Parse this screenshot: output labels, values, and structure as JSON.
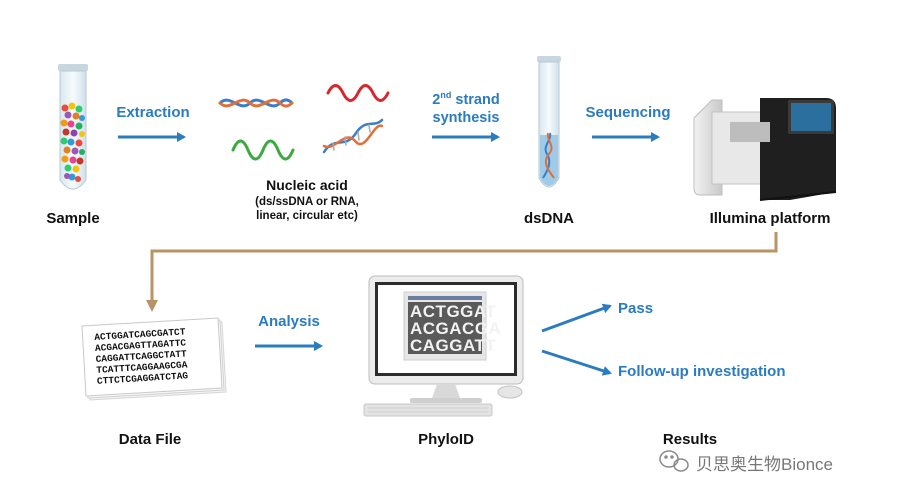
{
  "steps": {
    "sample": "Sample",
    "nucleic_title": "Nucleic acid",
    "nucleic_sub1": "(ds/ssDNA or RNA,",
    "nucleic_sub2": "linear, circular etc)",
    "dsdna": "dsDNA",
    "illumina": "Illumina platform",
    "data_file": "Data File",
    "phyloid": "PhyloID",
    "results": "Results"
  },
  "arrows": {
    "extraction": "Extraction",
    "second_strand_pre": "2",
    "second_strand_sup": "nd",
    "second_strand_post": " strand",
    "synthesis": "synthesis",
    "sequencing": "Sequencing",
    "analysis": "Analysis"
  },
  "outcomes": {
    "pass": "Pass",
    "followup": "Follow-up investigation"
  },
  "data_file_lines": [
    "ACTGGATCAGCGATCT",
    "ACGACGAGTTAGATTC",
    "CAGGATTCAGGCTATT",
    "TCATTTCAGGAAGCGA",
    "CTTCTCGAGGATCTAG"
  ],
  "screen_lines": [
    "ACTGGAT",
    "ACGACGA",
    "CAGGATT"
  ],
  "watermark": "贝思奥生物Bionce",
  "colors": {
    "accent_blue": "#2a7bbf",
    "connector_brown": "#b89366",
    "text": "#111111"
  }
}
